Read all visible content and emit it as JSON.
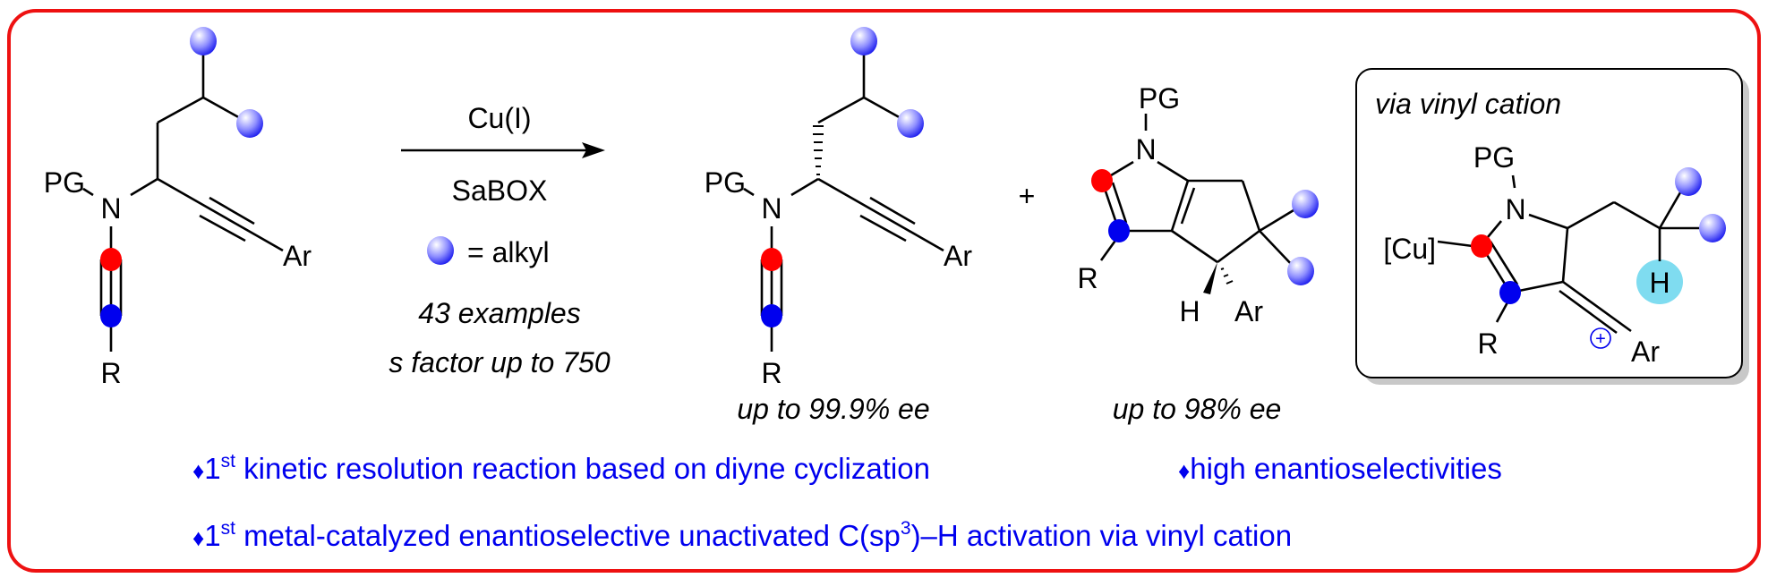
{
  "colors": {
    "frame": "#ee1111",
    "alkyl_ball": "#3a3aff",
    "red_atom": "#ff0000",
    "blue_atom": "#0000ee",
    "highlight_H": "#7fdcf0",
    "bullet_text": "#0000ee"
  },
  "substrate": {
    "pg": "PG",
    "n": "N",
    "ar": "Ar",
    "r": "R"
  },
  "conditions": {
    "reagent": "Cu(I)",
    "ligand": "SaBOX",
    "legend_eq": "= alkyl",
    "examples": "43 examples",
    "s_factor": "s factor up to 750"
  },
  "product1": {
    "pg": "PG",
    "n": "N",
    "ar": "Ar",
    "r": "R",
    "ee": "up to 99.9% ee"
  },
  "plus": "+",
  "product2": {
    "pg": "PG",
    "n": "N",
    "r": "R",
    "h": "H",
    "ar": "Ar",
    "ee": "up to 98% ee"
  },
  "intermediate": {
    "title": "via vinyl cation",
    "pg": "PG",
    "n": "N",
    "cu": "[Cu]",
    "r": "R",
    "h": "H",
    "plus": "+",
    "ar": "Ar"
  },
  "highlights": [
    {
      "bullet": "♦",
      "num": "1",
      "sup": "st",
      "text": " kinetic resolution reaction based on diyne cyclization"
    },
    {
      "bullet": "♦",
      "text": "high enantioselectivities"
    },
    {
      "bullet": "♦",
      "num": "1",
      "sup": "st",
      "text": " metal-catalyzed enantioselective unactivated C(sp",
      "sup2": "3",
      "text2": ")–H activation via vinyl cation"
    }
  ]
}
